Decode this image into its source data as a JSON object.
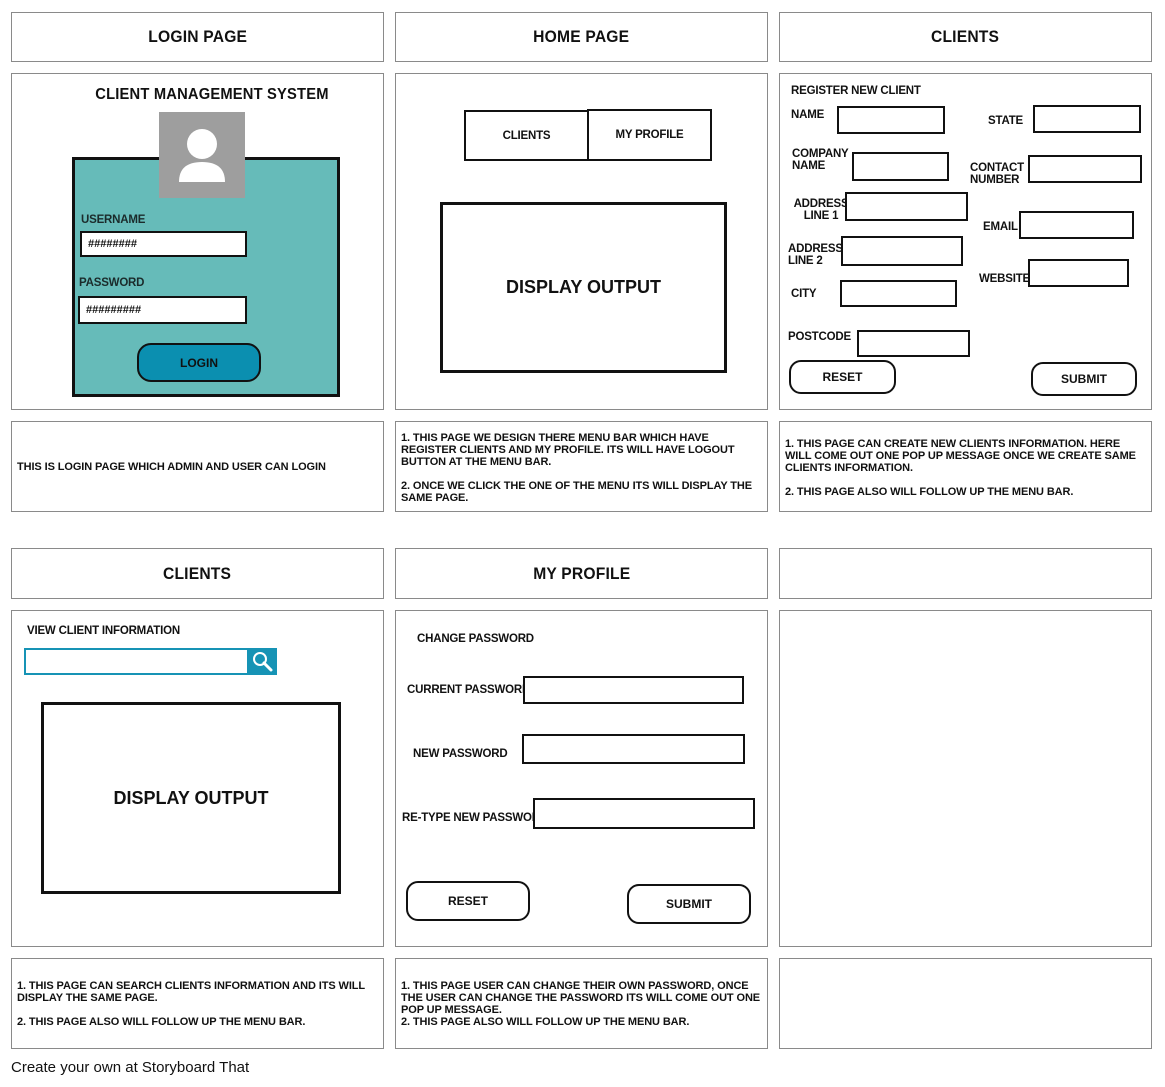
{
  "panels": {
    "p1": {
      "title": "LOGIN PAGE",
      "app_title": "CLIENT MANAGEMENT SYSTEM",
      "username_label": "USERNAME",
      "username_value": "########",
      "password_label": "PASSWORD",
      "password_value": "#########",
      "login_button": "LOGIN",
      "caption": "THIS IS LOGIN PAGE WHICH ADMIN AND USER CAN LOGIN"
    },
    "p2": {
      "title": "HOME PAGE",
      "menu_clients": "CLIENTS",
      "menu_profile": "MY PROFILE",
      "display": "DISPLAY OUTPUT",
      "caption_1": "1. THIS PAGE WE DESIGN THERE MENU BAR WHICH HAVE REGISTER CLIENTS AND MY PROFILE. ITS WILL HAVE LOGOUT BUTTON AT THE MENU BAR.",
      "caption_2": "2. ONCE WE CLICK THE ONE OF THE MENU ITS WILL DISPLAY THE SAME PAGE."
    },
    "p3": {
      "title": "CLIENTS",
      "heading": "REGISTER NEW CLIENT",
      "name": "NAME",
      "company_name": "COMPANY NAME",
      "address_1": "ADDRESS LINE 1",
      "address_2": "ADDRESS LINE 2",
      "city": "CITY",
      "postcode": "POSTCODE",
      "state": "STATE",
      "contact": "CONTACT NUMBER",
      "email": "EMAIL",
      "website": "WEBSITE",
      "reset": "RESET",
      "submit": "SUBMIT",
      "caption_1": "1. THIS PAGE CAN CREATE NEW CLIENTS INFORMATION. HERE WILL COME OUT ONE POP UP MESSAGE ONCE WE CREATE SAME CLIENTS INFORMATION.",
      "caption_2": "2. THIS PAGE ALSO WILL FOLLOW UP THE MENU BAR."
    },
    "p4": {
      "title": "CLIENTS",
      "heading": "VIEW CLIENT INFORMATION",
      "display": "DISPLAY OUTPUT",
      "caption_1": "1. THIS PAGE CAN SEARCH CLIENTS INFORMATION AND ITS WILL DISPLAY THE SAME PAGE.",
      "caption_2": "2. THIS PAGE ALSO WILL FOLLOW UP THE MENU BAR."
    },
    "p5": {
      "title": "MY PROFILE",
      "heading": "CHANGE PASSWORD",
      "current": "CURRENT PASSWORD",
      "new": "NEW PASSWORD",
      "retype": "RE-TYPE NEW PASSWORD",
      "reset": "RESET",
      "submit": "SUBMIT",
      "caption_1": "1. THIS PAGE USER CAN CHANGE THEIR OWN PASSWORD, ONCE THE USER CAN CHANGE THE PASSWORD ITS WILL COME OUT ONE POP UP MESSAGE.",
      "caption_2": "2. THIS PAGE ALSO WILL FOLLOW UP THE MENU BAR."
    }
  },
  "footer": "Create your own at Storyboard That",
  "colors": {
    "login_panel": "#66bbb9",
    "login_button": "#0b8fb0",
    "search_button": "#1693b5",
    "avatar_bg": "#9e9e9e"
  },
  "icons": [
    "user-avatar-icon",
    "search-icon"
  ]
}
